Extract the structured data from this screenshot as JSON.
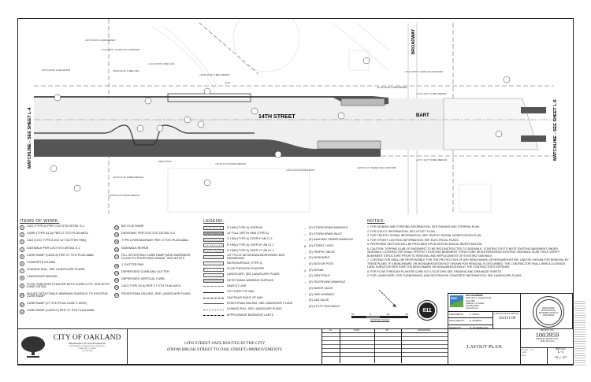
{
  "plan": {
    "street_name": "14TH STREET",
    "cross_street": "BROADWAY",
    "bart_label": "BART",
    "matchline_left": "MATCHLINE - SEE SHEET L-4",
    "matchline_right": "MATCHLINE - SEE SHEET L-6",
    "annotations": [
      "+50.78 30.00' Lt END MEDIAN",
      "+71.32 28.97' Lt END C&G CONFORM",
      "+69.79 29.00' Lt ANGLE PNT",
      "+82.50 26.34' Lt BEG C&G",
      "+31.32 26.50' Lt BEG C&G",
      "+29.64 30.00' Lt BEG MEDIAN",
      "+70.14 18.97' Lt END C&G CONFORM",
      "+67.85 33.89' Lt END MEDIAN",
      "+74.14 13.07' Lt BEG MEDIAN",
      "+13.71 13.07' Rt BEG MEDIAN",
      "+62.50 27.17' Rt END C&G CONFORM",
      "+46.21 31.00' Rt ANGLE PNT",
      "+22.83 31.00' Rt END MEDIAN",
      "+32.63 21.00' Rt BEG MEDIAN",
      "+83.63 21.00' Rt END MEDIAN",
      "SEE NOTE 8",
      "41.20'"
    ]
  },
  "items_of_work": {
    "title": "ITEMS OF WORK:",
    "items": [
      {
        "n": "1",
        "t": "C&G (TYPE A) PER COO STD DETAIL S-1"
      },
      {
        "n": "2",
        "t": "CURB (TYPE A1-6) PER CT STD PLAN A87A"
      },
      {
        "n": "3",
        "t": "C&G (COO TYPE A W/2' A/T GUTTER PAN)"
      },
      {
        "n": "4",
        "t": "SIDEWALK PER COO STD DETAIL S-1"
      },
      {
        "n": "5",
        "t": "CURB RAMP (CASE A) PER CT STD PLAN A88A"
      },
      {
        "n": "6",
        "t": "CONCRETE ISLAND"
      },
      {
        "n": "7",
        "t": "LEANING RAIL, SEE LANDSCAPE PLANS"
      },
      {
        "n": "8",
        "t": "LANDSCAPE MEDIAN"
      },
      {
        "n": "9",
        "t": "FLOW THROUGH PLANTER WITH CURB CUTS, SEE NOTE 8 AND DETAIL"
      },
      {
        "n": "10",
        "t": "MOUNT DETECTABLE WARNING SURFACE TO EXISTING CURB RAMP"
      },
      {
        "n": "11",
        "t": "CURB RAMP (CT STD PLAN CASE C MOD)"
      },
      {
        "n": "12",
        "t": "CURB RAMP (CASE G) PER CT STD PLAN A88A"
      },
      {
        "n": "13",
        "t": "BICYCLE RAMP"
      },
      {
        "n": "14",
        "t": "DRIVEWAY PER COO STD DETAIL S-3"
      },
      {
        "n": "15",
        "t": "TYPE A PASSAGEWAY PER CT STD PLAN A88A"
      },
      {
        "n": "16",
        "t": "SIDEWALK REPAIR"
      },
      {
        "n": "17",
        "t": "FILL IN EXISTING CURB RAMP (MOD BASEMENT FLUSH TO PROPOSED GRADE, SEE NOTE 6"
      },
      {
        "n": "18",
        "t": "1' GUTTER PAN"
      },
      {
        "n": "19",
        "t": "DEPRESSED CURB AND GUTTER"
      },
      {
        "n": "20",
        "t": "DEPRESSED VERTICAL CURB"
      },
      {
        "n": "21",
        "t": "C&G (TYPE A2-6) PER CT STD PLAN A87A"
      },
      {
        "n": "22",
        "t": "PEDESTRIAN RAILING, SEE LANDSCAPE PLANS"
      }
    ]
  },
  "legend": {
    "title": "LEGEND:",
    "left": [
      "3\" HMA (TYPE A) OVERLAY",
      "14\" FULL DEPTH HMA (TYPE A)",
      "3\" HMA (TYPE A) OVER 6\" AB CL 2",
      "6\" HMA (TYPE A) OVER 20\" AB CL 2",
      "6\" HMA (TYPE A) OVER 17\" AB CL 2",
      "3.5\" PCC/4\" AB SIDEWALK/DRIVEWAY/ BUS PAD/MEDIAN",
      "MICROSURFACE (TYPE 3)",
      "FLOW THROUGH PLANTER",
      "LANDSCAPE, SEE LANDSCAPE PLANS",
      "DETECTABLE WARNING SURFACE",
      "SAWCUT LINE",
      "CITY RIGHT OF WAY",
      "CALTRANS RIGHT OF WAY",
      "PEDESTRIAN RAILING, SEE LANDSCAPE PLANS",
      "LEANING RAIL, SEE LANDSCAPE PLANS",
      "APPROXIMATE BASEMENT LIMITS"
    ],
    "right": [
      "(E) STORM DRAIN MANHOLE",
      "(E) STORM DRAIN INLET",
      "(E) SANITARY SEWER MANHOLE",
      "(E) STREET LIGHT",
      "(E) TRAFFIC VALVE",
      "(E) MONUMENT",
      "(E) SIGN OR POST",
      "(E) SIGNAL",
      "(E) JOINT POLE",
      "(E) TELEPHONE MANHOLE",
      "(E) WATER VALVE",
      "(E) FIRE HYDRANT",
      "(E) GAS VALVE",
      "(E) UTILITY BOX/VAULT"
    ]
  },
  "notes": {
    "title": "NOTES:",
    "items": [
      "1. FOR SIGNING AND STRIPING INFORMATION, SEE SIGNING AND STRIPING PLAN.",
      "2. FOR UTILITY INFORMATION, SEE UTILITY PLAN.",
      "3. FOR TRAFFIC SIGNAL INFORMATION, SEE TRAFFIC SIGNAL MODIFICATION PLAN.",
      "4. FOR STREET LIGHTING INFORMATION, SEE ELECTRICAL PLANS.",
      "5. PROPOSED SECTION WILL BE PROVIDED UPON GEOTECHNICAL INVESTIGATION.",
      "6. CAUTION: TOPPING SLAB OF BASEMENT TO BE RECONSTRUCTED TO SIDEWALK. CONTRACTOR TO NOTE EXISTING BASEMENT UNDER SIDEWALK. CONTRACTOR SHALL PROTECT EXISTING BASEMENT STRUCTURE WHILE REMOVING EXISTING SIDEWALK SLAB. FIELD VERIFY BASEMENT STRUCTURE PRIOR TO REMOVAL AND REPLACEMENT OF EXISTING SIDEWALK.",
      "7. CONTRACTOR SHALL BE RESPONSIBLE FOR THE PROTECTION OF ANY BENCHMARK OR MONUMENTATION, UNLESS SHOWN FOR REMOVAL BY THESE PLANS. IF A BENCHMARK OR MONUMENTATION NOT SHOWN FOR REMOVAL IS DISTURBED, THE CONTRACTOR SHALL HIRE A LICENSED LAND SURVEYOR RESTORE THE BENCHMARK OR MONUMENTATION AT THE CONTRACTOR'S EXPENSE.",
      "8. FOR FLOW THROUGH PLANTER CURB CUT LOCATIONS SEE GRADING AND DRAINAGE SHEETS.",
      "9. FOR LANDSCAPE, SITE FURNISHINGS, AND DECORATIVE CONCRETE INFORMATION, SEE LANDSCAPE PLANS."
    ]
  },
  "graphic_scale": {
    "label": "GRAPHIC SCALE",
    "ticks": [
      "20'",
      "0",
      "20'",
      "40'"
    ]
  },
  "consultant": {
    "firm": "BKF ENGINEERS",
    "logo_text": "BKF",
    "address": [
      "300 Frank H. Ogawa Plaza",
      "Suite 380",
      "Oakland, CA 94612",
      "510.550.2600",
      "www.bkf.com"
    ],
    "checked_by_label": "CHECKED BY:",
    "checked_by": "K. WONG",
    "designed_by_label": "DESIGNED BY:",
    "designed_by": "E. MORROY",
    "drawn_by_label": "DRAWN BY:",
    "drawn_by": "M. ETTERMEYER",
    "job_label": "CONSULTANT'S JOB NO.:",
    "job_no": "181151-09",
    "seal_text": "REGISTERED PROFESSIONAL ENGINEER STATE OF CALIFORNIA"
  },
  "title_block": {
    "city": "CITY OF OAKLAND",
    "department": "DEPARTMENT OF TRANSPORTATION",
    "address_lines": [
      "250 FRANK H. OGAWA PLAZA, SUITE 4314",
      "OAKLAND, CA 94612",
      "510-238-3466"
    ],
    "project_title_1": "14TH STREET SAFE ROUTES IN THE CITY",
    "project_title_2": "(FROM BRUSH STREET TO OAK STREET) IMPROVEMENTS",
    "rev_headers": [
      "No.",
      "DATE",
      "BY",
      "REFERENCE"
    ],
    "sheet_title": "LAYOUT PLAN",
    "project_no_label": "PROJECT NO.",
    "project_no": "1003959",
    "federal_label": "FEDERAL PROJECT NO.",
    "federal_no": "ATPL-5012(144)",
    "scale_label": "SCALE: 1\"=20'",
    "date_label": "DATE:",
    "file_label": "FILE:",
    "sheet_no_label": "SHEET NO.",
    "sheet_id": "L-5",
    "sheet_of": "18",
    "of_label": "OF",
    "total": "127"
  },
  "dig_alert": "811"
}
